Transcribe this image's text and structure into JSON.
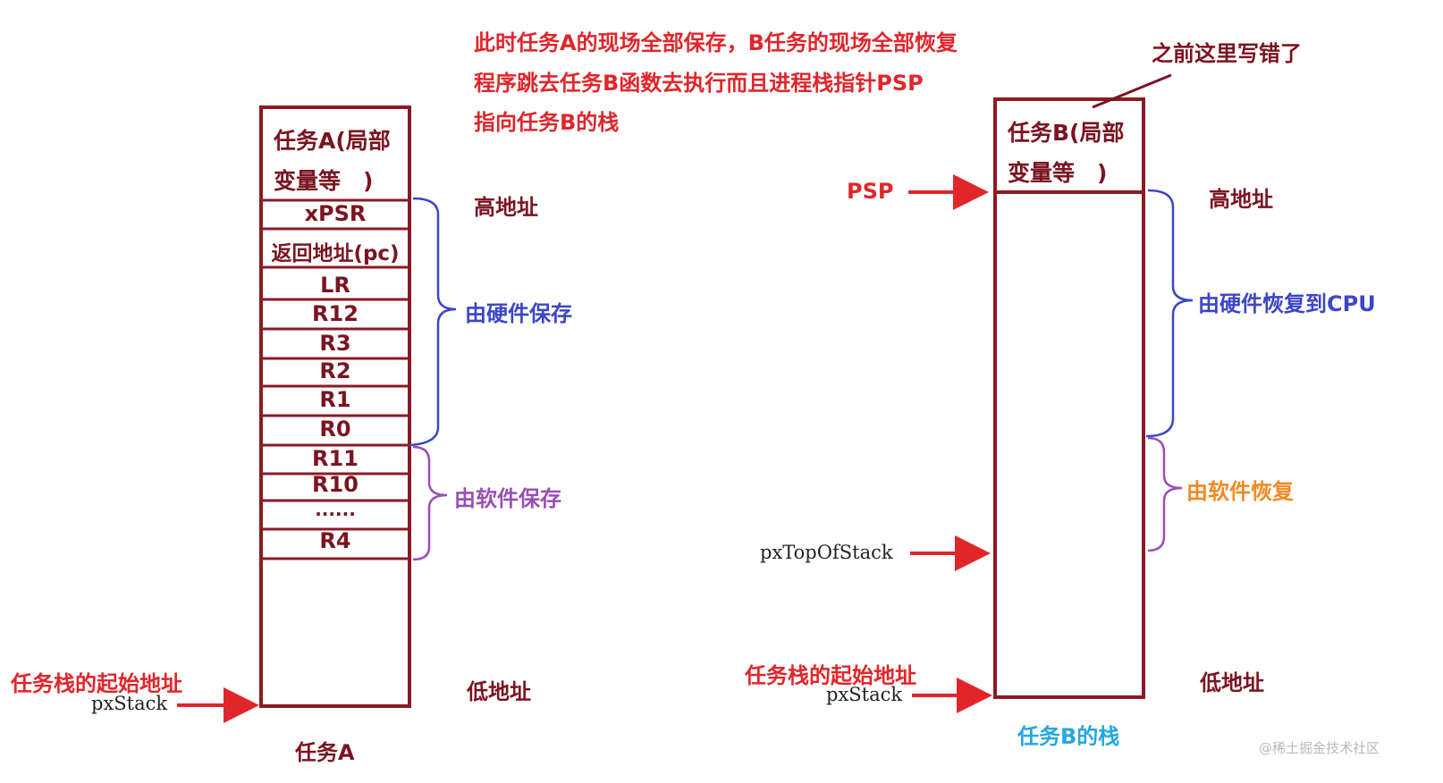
{
  "top_note": {
    "line1": "此时任务A的现场全部保存，B任务的现场全部恢复",
    "line2": "程序跳去任务B函数去执行而且进程栈指针PSP",
    "line3": "指向任务B的栈"
  },
  "correction_note": "之前这里写错了",
  "stack_a": {
    "header_line1": "任务A(局部",
    "header_line2": "变量等　)",
    "cells": [
      "xPSR",
      "返回地址(pc)",
      "LR",
      "R12",
      "R3",
      "R2",
      "R1",
      "R0",
      "R11",
      "R10",
      "......",
      "R4"
    ],
    "caption": "任务A"
  },
  "stack_b": {
    "header_line1": "任务B(局部",
    "header_line2": "变量等　)",
    "caption": "任务B的栈"
  },
  "labels": {
    "high_addr_a": "高地址",
    "low_addr_a": "低地址",
    "high_addr_b": "高地址",
    "low_addr_b": "低地址",
    "hw_saved": "由硬件保存",
    "sw_saved": "由软件保存",
    "hw_restored": "由硬件恢复到CPU",
    "sw_restored": "由软件恢复",
    "stack_start_a": "任务栈的起始地址",
    "pxstack_a": "pxStack",
    "stack_start_b": "任务栈的起始地址",
    "pxstack_b": "pxStack",
    "psp": "PSP",
    "px_top_of_stack": "pxTopOfStack"
  },
  "watermark": "@稀土掘金技术社区",
  "colors": {
    "stack_border": "#8b1a24",
    "annotation_red": "#e0262b",
    "hw_blue": "#3c46c8",
    "sw_purple": "#9a4fb5",
    "sw_orange": "#f08a24",
    "caption_cyan": "#27a7e0"
  }
}
